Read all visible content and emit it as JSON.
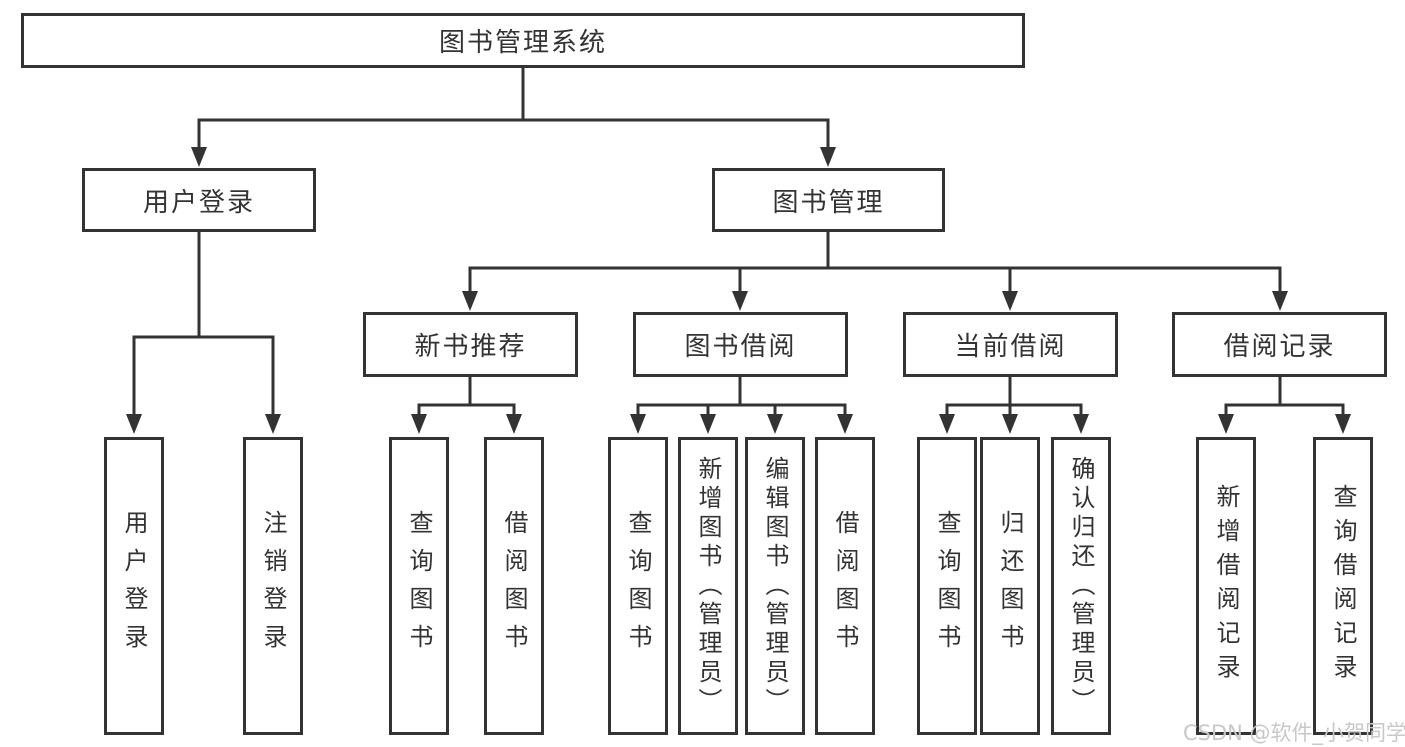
{
  "title": "图书管理系统",
  "tree": {
    "label": "图书管理系统",
    "children": [
      {
        "label": "用户登录",
        "children": [
          {
            "label": "用户登录"
          },
          {
            "label": "注销登录"
          }
        ]
      },
      {
        "label": "图书管理",
        "children": [
          {
            "label": "新书推荐",
            "children": [
              {
                "label": "查询图书"
              },
              {
                "label": "借阅图书"
              }
            ]
          },
          {
            "label": "图书借阅",
            "children": [
              {
                "label": "查询图书"
              },
              {
                "label": "新增图书（管理员）"
              },
              {
                "label": "编辑图书（管理员）"
              },
              {
                "label": "借阅图书"
              }
            ]
          },
          {
            "label": "当前借阅",
            "children": [
              {
                "label": "查询图书"
              },
              {
                "label": "归还图书"
              },
              {
                "label": "确认归还（管理员）"
              }
            ]
          },
          {
            "label": "借阅记录",
            "children": [
              {
                "label": "新增借阅记录"
              },
              {
                "label": "查询借阅记录"
              }
            ]
          }
        ]
      }
    ]
  },
  "watermark": "CSDN @软件_小贺同学",
  "colors": {
    "line": "#333333",
    "text": "#333333",
    "watermark": "#c8c8c8",
    "background": "#ffffff"
  }
}
